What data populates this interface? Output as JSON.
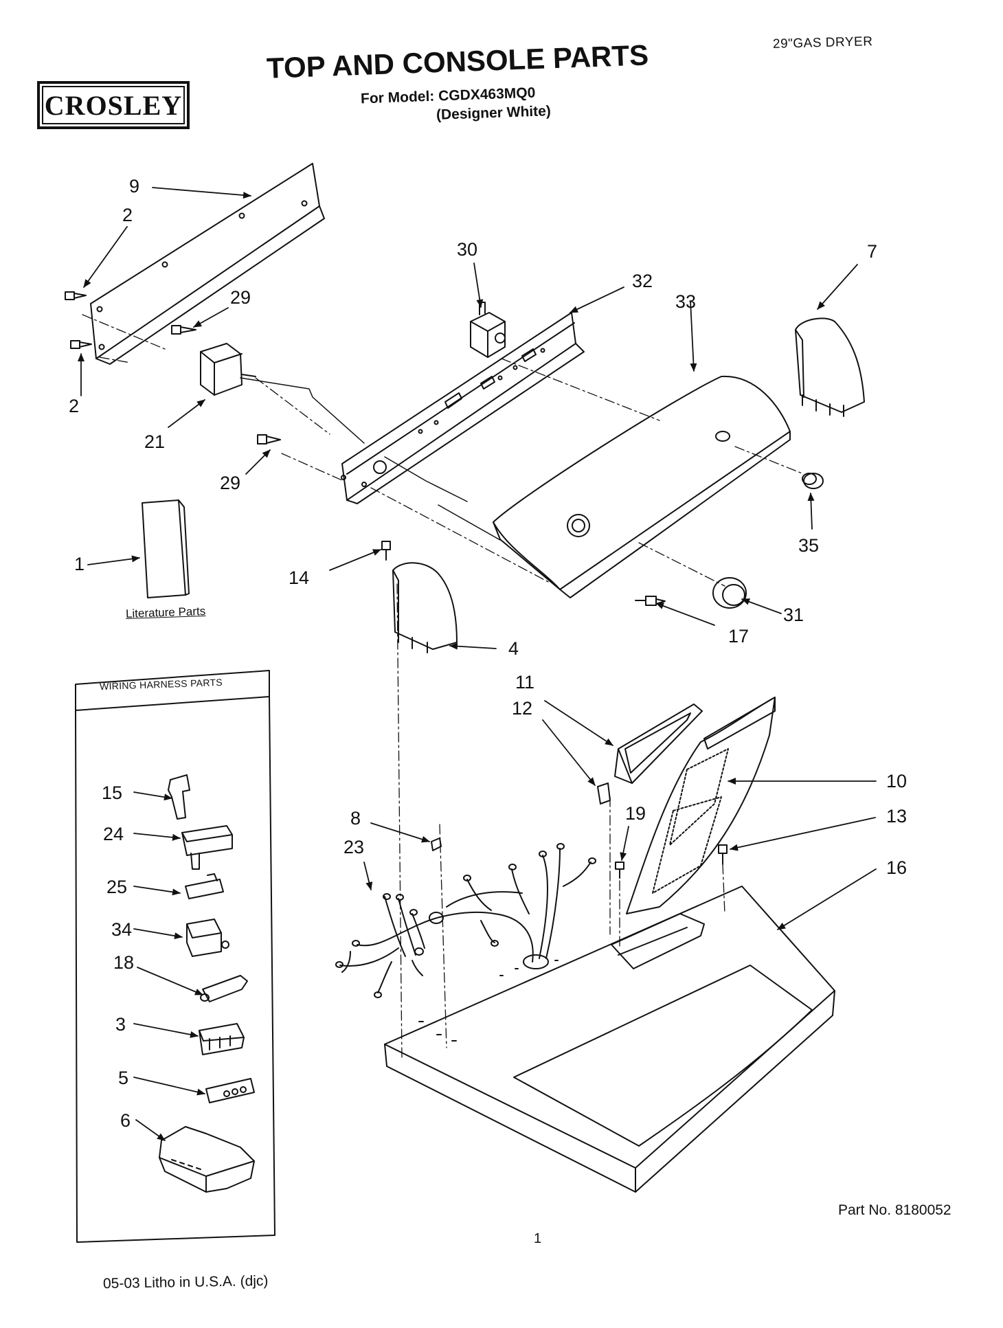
{
  "header": {
    "dryer_type": "29\"GAS DRYER",
    "brand": "CROSLEY",
    "title": "TOP AND CONSOLE PARTS",
    "model_line": "For Model: CGDX463MQ0",
    "color_line": "(Designer White)"
  },
  "labels": {
    "literature": "Literature Parts",
    "wiring_harness": "WIRING HARNESS PARTS"
  },
  "callouts": {
    "c9": "9",
    "c2a": "2",
    "c2b": "2",
    "c29a": "29",
    "c29b": "29",
    "c21": "21",
    "c30": "30",
    "c32": "32",
    "c33": "33",
    "c7": "7",
    "c35": "35",
    "c1": "1",
    "c14": "14",
    "c31": "31",
    "c17": "17",
    "c4": "4",
    "c11": "11",
    "c12": "12",
    "c10": "10",
    "c13": "13",
    "c8": "8",
    "c19": "19",
    "c23": "23",
    "c16": "16",
    "c15": "15",
    "c24": "24",
    "c25": "25",
    "c34": "34",
    "c18": "18",
    "c3": "3",
    "c5": "5",
    "c6": "6"
  },
  "footer": {
    "part_no": "Part No. 8180052",
    "page": "1",
    "litho": "05-03 Litho in U.S.A. (djc)"
  }
}
